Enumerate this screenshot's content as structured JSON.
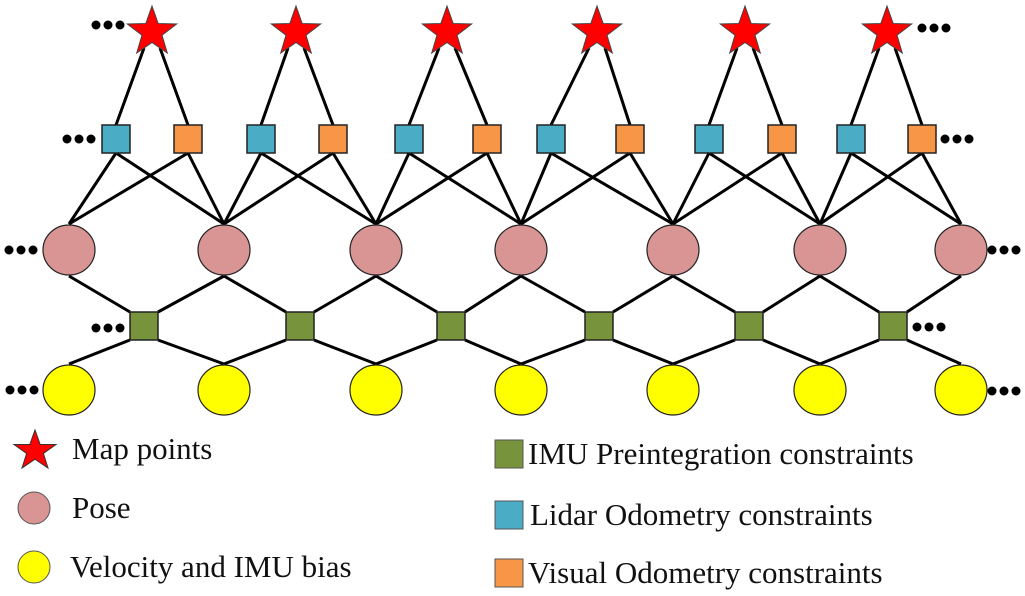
{
  "diagram": {
    "type": "factor-graph",
    "colors": {
      "map_point": "#ff0000",
      "pose": "#d99594",
      "velocity_bias": "#ffff00",
      "imu_factor": "#77933c",
      "lidar_factor": "#4bacc6",
      "visual_factor": "#f79646",
      "edge": "#000000"
    },
    "node_counts": {
      "map_points": 6,
      "lidar_factors": 6,
      "visual_factors": 6,
      "poses": 7,
      "imu_factors": 6,
      "velocity_bias": 7
    },
    "ellipsis_glyph": "•••",
    "topology": {
      "map_point_to_factors": "each map point connects to one lidar and one visual factor",
      "odometry_factor_to_poses": "each lidar/visual factor pair connects poses i and i+1",
      "imu_factor_to_nodes": "each IMU factor connects pose i, pose i+1, velocity/bias i, velocity/bias i+1"
    }
  },
  "legend": {
    "left": [
      {
        "symbol": "star",
        "label": "Map points",
        "color": "#ff0000"
      },
      {
        "symbol": "circle",
        "label": "Pose",
        "color": "#d99594"
      },
      {
        "symbol": "circle",
        "label": "Velocity and IMU bias",
        "color": "#ffff00"
      }
    ],
    "right": [
      {
        "symbol": "square",
        "label": "IMU Preintegration constraints",
        "color": "#77933c"
      },
      {
        "symbol": "square",
        "label": "Lidar Odometry constraints",
        "color": "#4bacc6"
      },
      {
        "symbol": "square",
        "label": "Visual Odometry constraints",
        "color": "#f79646"
      }
    ]
  }
}
